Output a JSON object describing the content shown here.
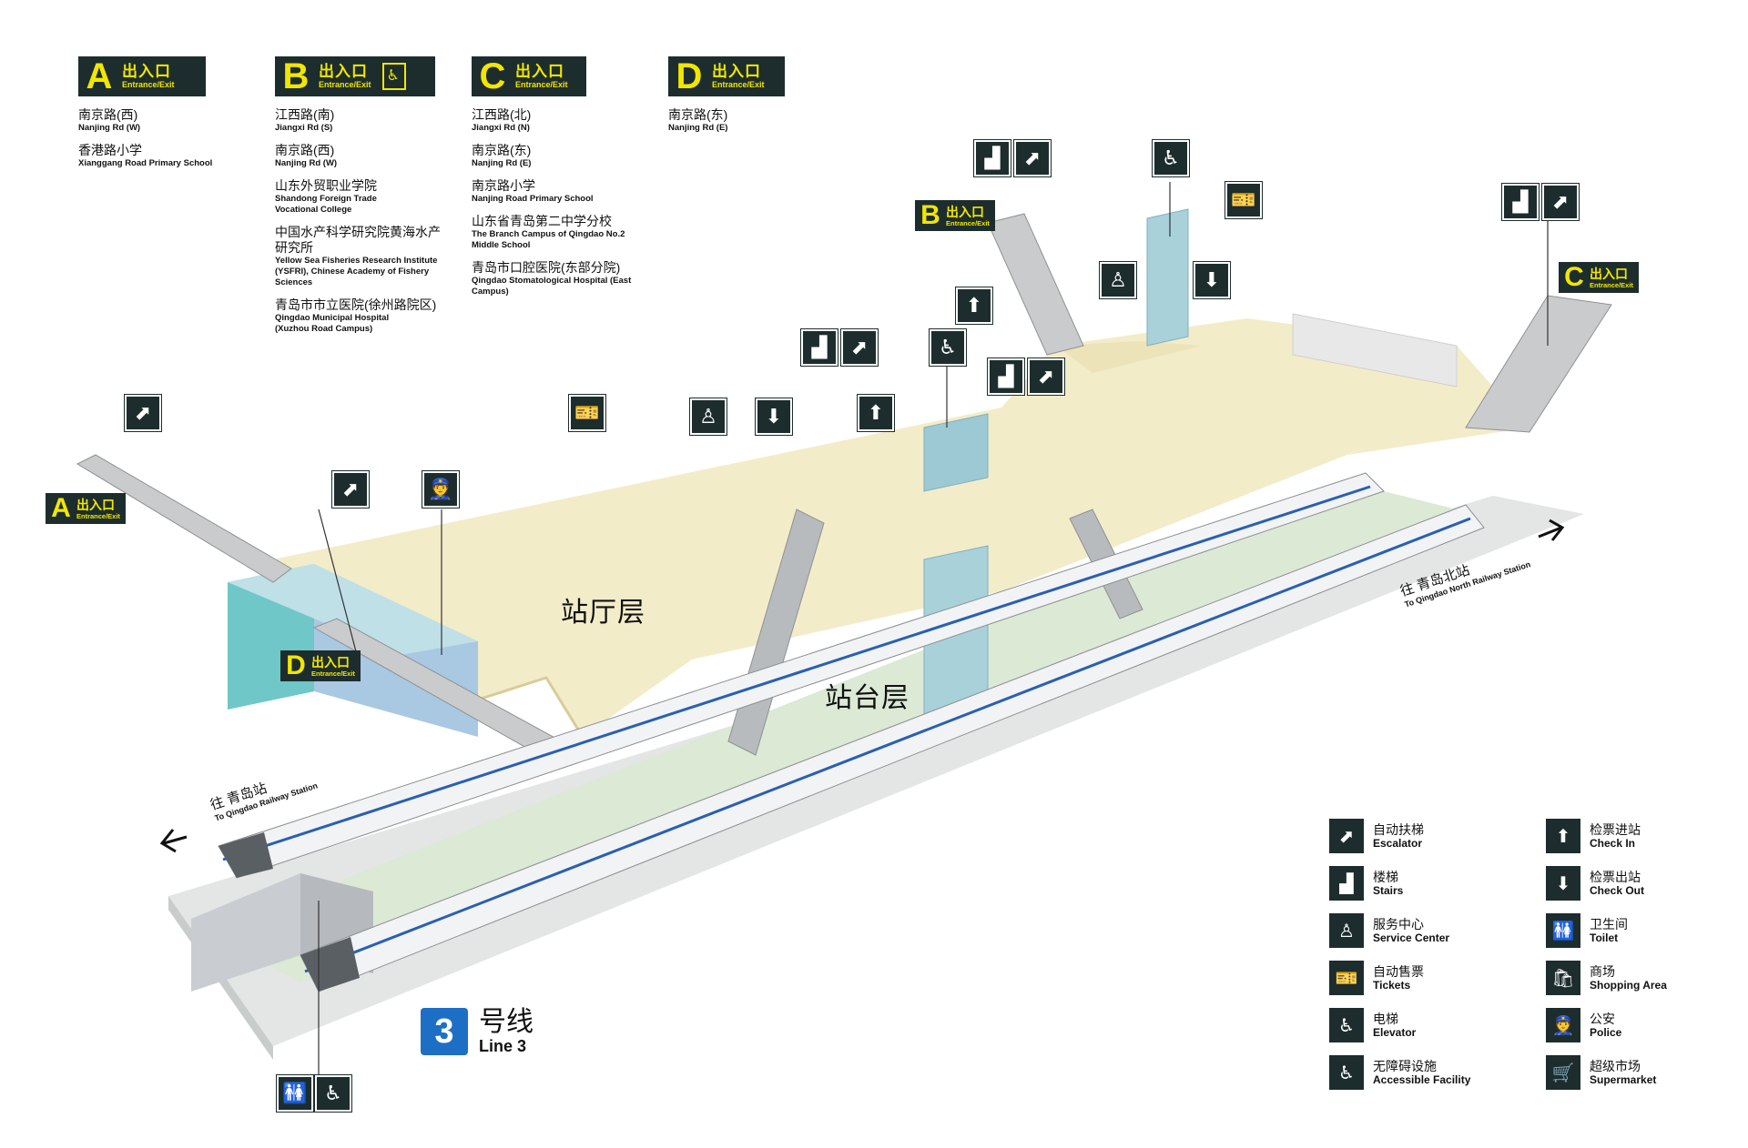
{
  "exits": [
    {
      "letter": "A",
      "zh": "出入口",
      "en": "Entrance/Exit",
      "elevator": false,
      "destinations": [
        {
          "zh": "南京路(西)",
          "en": "Nanjing Rd (W)"
        },
        {
          "zh": "香港路小学",
          "en": "Xianggang Road Primary School"
        }
      ]
    },
    {
      "letter": "B",
      "zh": "出入口",
      "en": "Entrance/Exit",
      "elevator": true,
      "destinations": [
        {
          "zh": "江西路(南)",
          "en": "Jiangxi Rd (S)"
        },
        {
          "zh": "南京路(西)",
          "en": "Nanjing Rd (W)"
        },
        {
          "zh": "山东外贸职业学院",
          "en": "Shandong Foreign Trade Vocational College"
        },
        {
          "zh": "中国水产科学研究院黄海水产研究所",
          "en": "Yellow Sea Fisheries Research Institute (YSFRI), Chinese Academy of Fishery Sciences"
        },
        {
          "zh": "青岛市市立医院(徐州路院区)",
          "en": "Qingdao Municipal Hospital (Xuzhou Road Campus)"
        }
      ]
    },
    {
      "letter": "C",
      "zh": "出入口",
      "en": "Entrance/Exit",
      "elevator": false,
      "destinations": [
        {
          "zh": "江西路(北)",
          "en": "Jiangxi Rd (N)"
        },
        {
          "zh": "南京路(东)",
          "en": "Nanjing Rd (E)"
        },
        {
          "zh": "南京路小学",
          "en": "Nanjing Road Primary School"
        },
        {
          "zh": "山东省青岛第二中学分校",
          "en": "The Branch Campus of Qingdao No.2 Middle School"
        },
        {
          "zh": "青岛市口腔医院(东部分院)",
          "en": "Qingdao Stomatological Hospital (East Campus)"
        }
      ]
    },
    {
      "letter": "D",
      "zh": "出入口",
      "en": "Entrance/Exit",
      "elevator": false,
      "destinations": [
        {
          "zh": "南京路(东)",
          "en": "Nanjing Rd (E)"
        }
      ]
    }
  ],
  "map_tags": {
    "a": {
      "letter": "A",
      "zh": "出入口",
      "en": "Entrance/Exit"
    },
    "b": {
      "letter": "B",
      "zh": "出入口",
      "en": "Entrance/Exit"
    },
    "c": {
      "letter": "C",
      "zh": "出入口",
      "en": "Entrance/Exit"
    },
    "d": {
      "letter": "D",
      "zh": "出入口",
      "en": "Entrance/Exit"
    }
  },
  "zones": {
    "concourse": "站厅层",
    "platform": "站台层"
  },
  "directions": {
    "west": {
      "zh": "往 青岛站",
      "en": "To Qingdao Railway Station"
    },
    "north": {
      "zh": "往 青岛北站",
      "en": "To Qingdao North Railway Station"
    }
  },
  "line": {
    "number": "3",
    "zh": "号线",
    "en": "Line 3",
    "color": "#1d6fc6"
  },
  "legend": [
    {
      "icon": "escalator-icon",
      "glyph": "⬈",
      "zh": "自动扶梯",
      "en": "Escalator"
    },
    {
      "icon": "check-in-icon",
      "glyph": "⬆",
      "zh": "检票进站",
      "en": "Check In"
    },
    {
      "icon": "stairs-icon",
      "glyph": "▟",
      "zh": "楼梯",
      "en": "Stairs"
    },
    {
      "icon": "check-out-icon",
      "glyph": "⬇",
      "zh": "检票出站",
      "en": "Check Out"
    },
    {
      "icon": "service-center-icon",
      "glyph": "♙",
      "zh": "服务中心",
      "en": "Service Center"
    },
    {
      "icon": "toilet-icon",
      "glyph": "🚻",
      "zh": "卫生间",
      "en": "Toilet"
    },
    {
      "icon": "tickets-icon",
      "glyph": "🎫",
      "zh": "自动售票",
      "en": "Tickets"
    },
    {
      "icon": "shopping-icon",
      "glyph": "🛍",
      "zh": "商场",
      "en": "Shopping Area"
    },
    {
      "icon": "elevator-icon",
      "glyph": "♿",
      "zh": "电梯",
      "en": "Elevator"
    },
    {
      "icon": "police-icon",
      "glyph": "👮",
      "zh": "公安",
      "en": "Police"
    },
    {
      "icon": "accessible-icon",
      "glyph": "♿",
      "zh": "无障碍设施",
      "en": "Accessible Facility"
    },
    {
      "icon": "supermarket-icon",
      "glyph": "🛒",
      "zh": "超级市场",
      "en": "Supermarket"
    }
  ],
  "colors": {
    "sign_bg": "#1d2d2d",
    "sign_text": "#f2e600",
    "concourse": "#f3ecc9",
    "platform": "#dde9d6",
    "glass": "#8fc3cf"
  }
}
